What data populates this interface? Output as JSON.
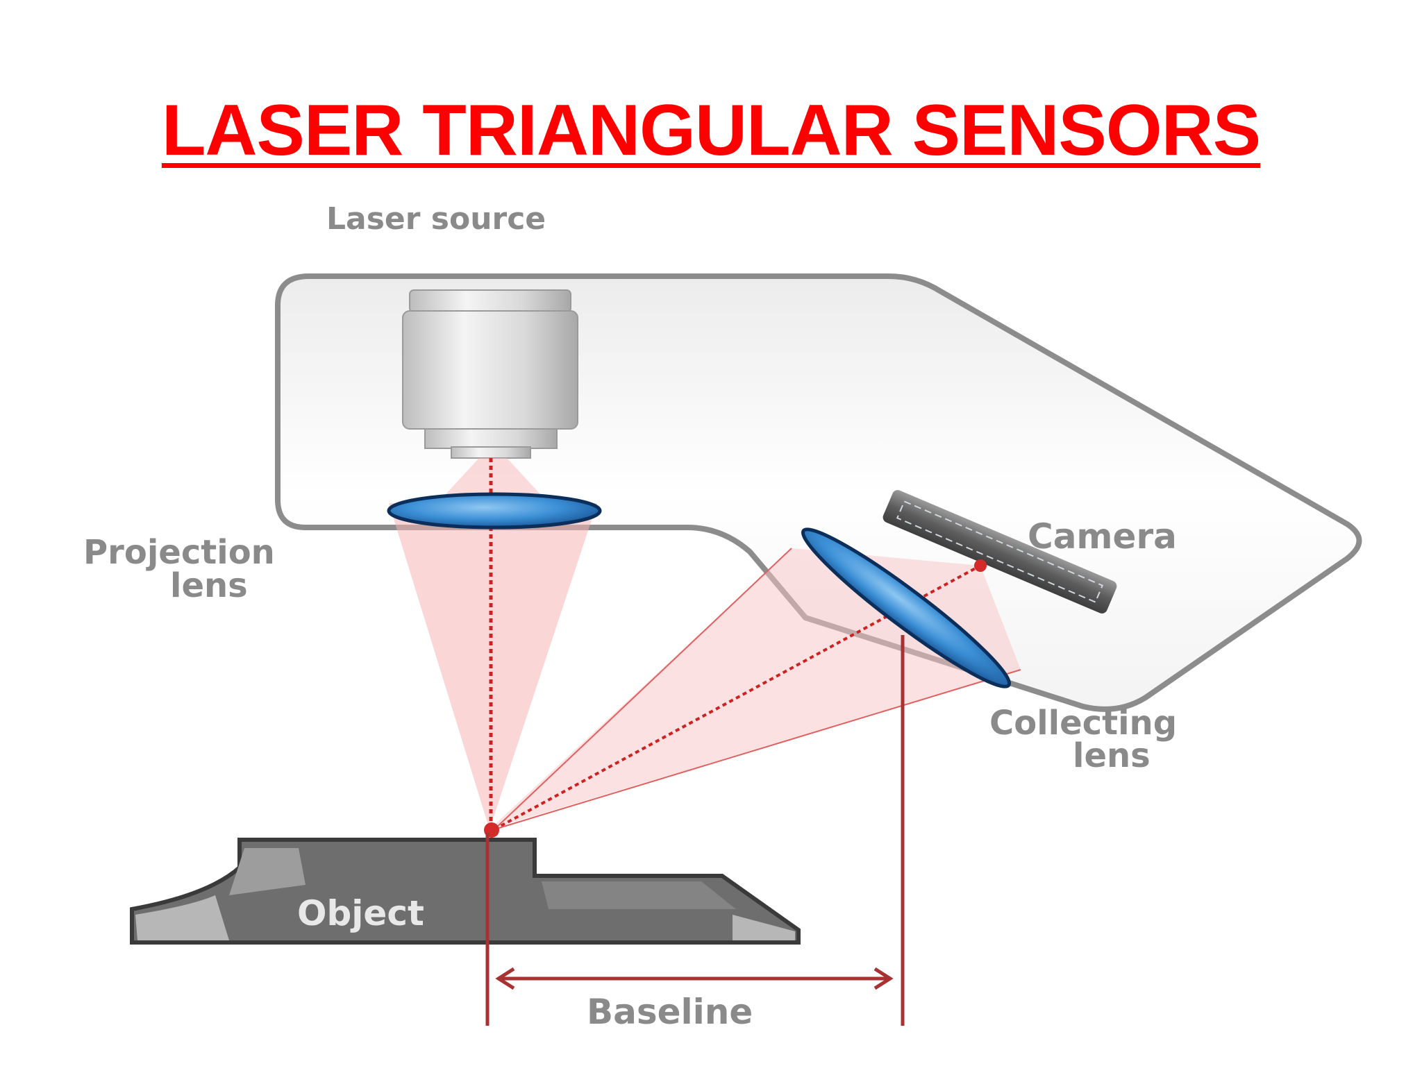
{
  "slide": {
    "title": "LASER TRIANGULAR SENSORS"
  },
  "diagram": {
    "labels": {
      "laser_source": "Laser source",
      "projection_lens_line1": "Projection",
      "projection_lens_line2": "lens",
      "camera": "Camera",
      "collecting_lens_line1": "Collecting",
      "collecting_lens_line2": "lens",
      "object": "Object",
      "baseline": "Baseline"
    },
    "colors": {
      "title": "#ff0000",
      "beam": "#cc2222",
      "beam_fill": "#f5b5b5",
      "lens_fill": "#3b8fd6",
      "lens_edge": "#0b2f5a",
      "housing_stroke": "#8c8c8c",
      "object_fill": "#6e6e6e"
    }
  }
}
